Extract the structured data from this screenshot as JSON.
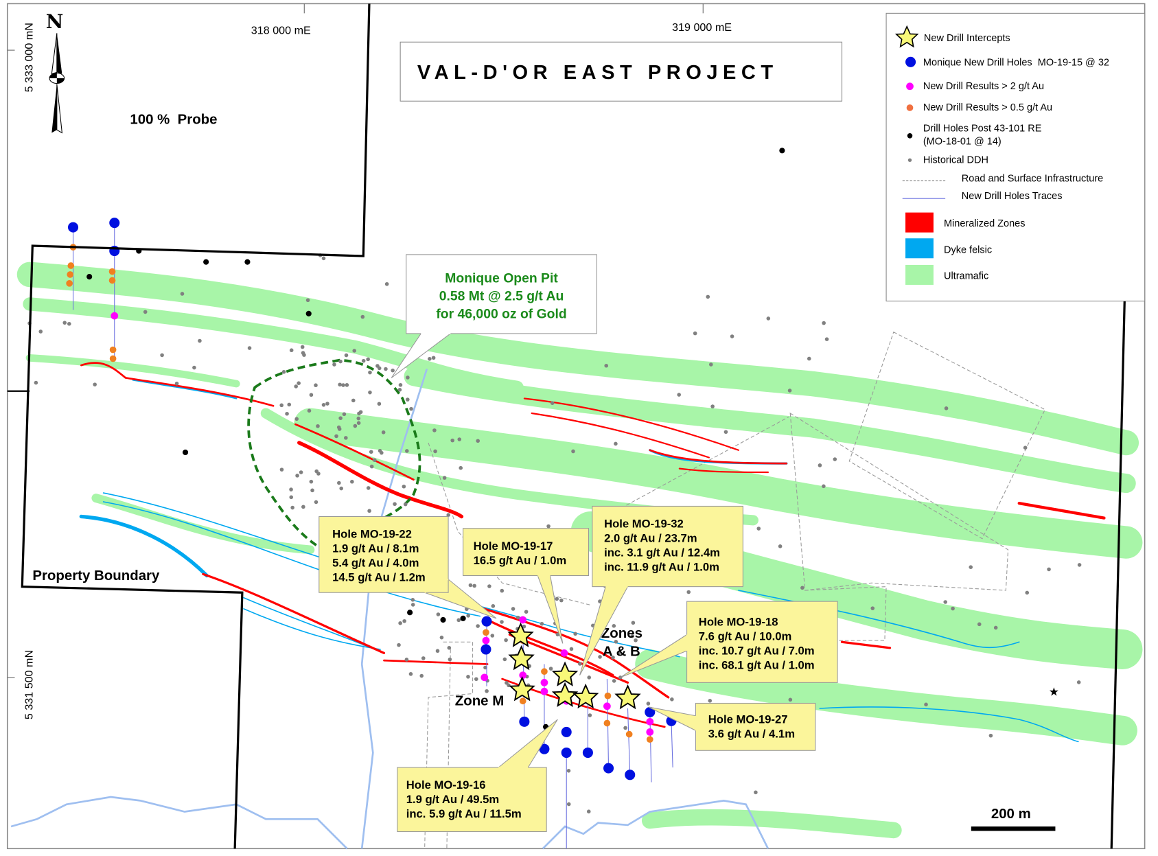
{
  "title": "VAL-D'OR EAST PROJECT",
  "ownership_label": "100 %  Probe",
  "north_label": "N",
  "coords": {
    "e1": "318 000 mE",
    "e2": "319 000 mE",
    "n1": "5 333 000 mN",
    "n2": "5 331 500 mN"
  },
  "property_boundary_label": "Property Boundary",
  "zone_labels": {
    "zones_ab_1": "Zones",
    "zones_ab_2": "A & B",
    "zone_m": "Zone M"
  },
  "scale_bar": "200 m",
  "pit_callout": {
    "lines": [
      "Monique Open Pit",
      "0.58 Mt @ 2.5 g/t Au",
      "for 46,000 oz of Gold"
    ]
  },
  "hole_callouts": [
    {
      "lines": [
        "Hole MO-19-22",
        "1.9 g/t Au / 8.1m",
        "5.4 g/t Au / 4.0m",
        "14.5 g/t Au / 1.2m"
      ]
    },
    {
      "lines": [
        "Hole MO-19-17",
        "16.5 g/t Au / 1.0m"
      ]
    },
    {
      "lines": [
        "Hole MO-19-32",
        "2.0 g/t Au / 23.7m",
        "inc. 3.1 g/t Au / 12.4m",
        "inc. 11.9 g/t Au / 1.0m"
      ]
    },
    {
      "lines": [
        "Hole MO-19-18",
        "7.6 g/t Au / 10.0m",
        "inc. 10.7 g/t Au / 7.0m",
        "inc. 68.1 g/t Au / 1.0m"
      ]
    },
    {
      "lines": [
        "Hole MO-19-27",
        "3.6 g/t Au / 4.1m"
      ]
    },
    {
      "lines": [
        "Hole MO-19-16",
        "1.9 g/t Au / 49.5m",
        "inc. 5.9 g/t Au / 11.5m"
      ]
    }
  ],
  "legend": {
    "new_intercepts": "New Drill Intercepts",
    "new_holes": "Monique New Drill Holes  MO-19-15 @ 32",
    "results_2": "New Drill Results > 2 g/t Au",
    "results_05": "New Drill Results > 0.5 g/t Au",
    "post_43_1": "Drill Holes Post 43-101 RE",
    "post_43_2": "(MO-18-01 @ 14)",
    "historical": "Historical DDH",
    "road": "Road and Surface Infrastructure",
    "traces": "New Drill Holes Traces",
    "mineralized": "Mineralized Zones",
    "dyke": "Dyke felsic",
    "ultramafic": "Ultramafic"
  },
  "colors": {
    "mineralized": "#ff0000",
    "dyke": "#00a8f0",
    "ultramafic": "#a8f5a8",
    "new_hole": "#0010e0",
    "result_2": "#ff00ff",
    "result_05": "#f08020",
    "callout": "#fbf59b",
    "pit_text": "#1a8a1a"
  }
}
